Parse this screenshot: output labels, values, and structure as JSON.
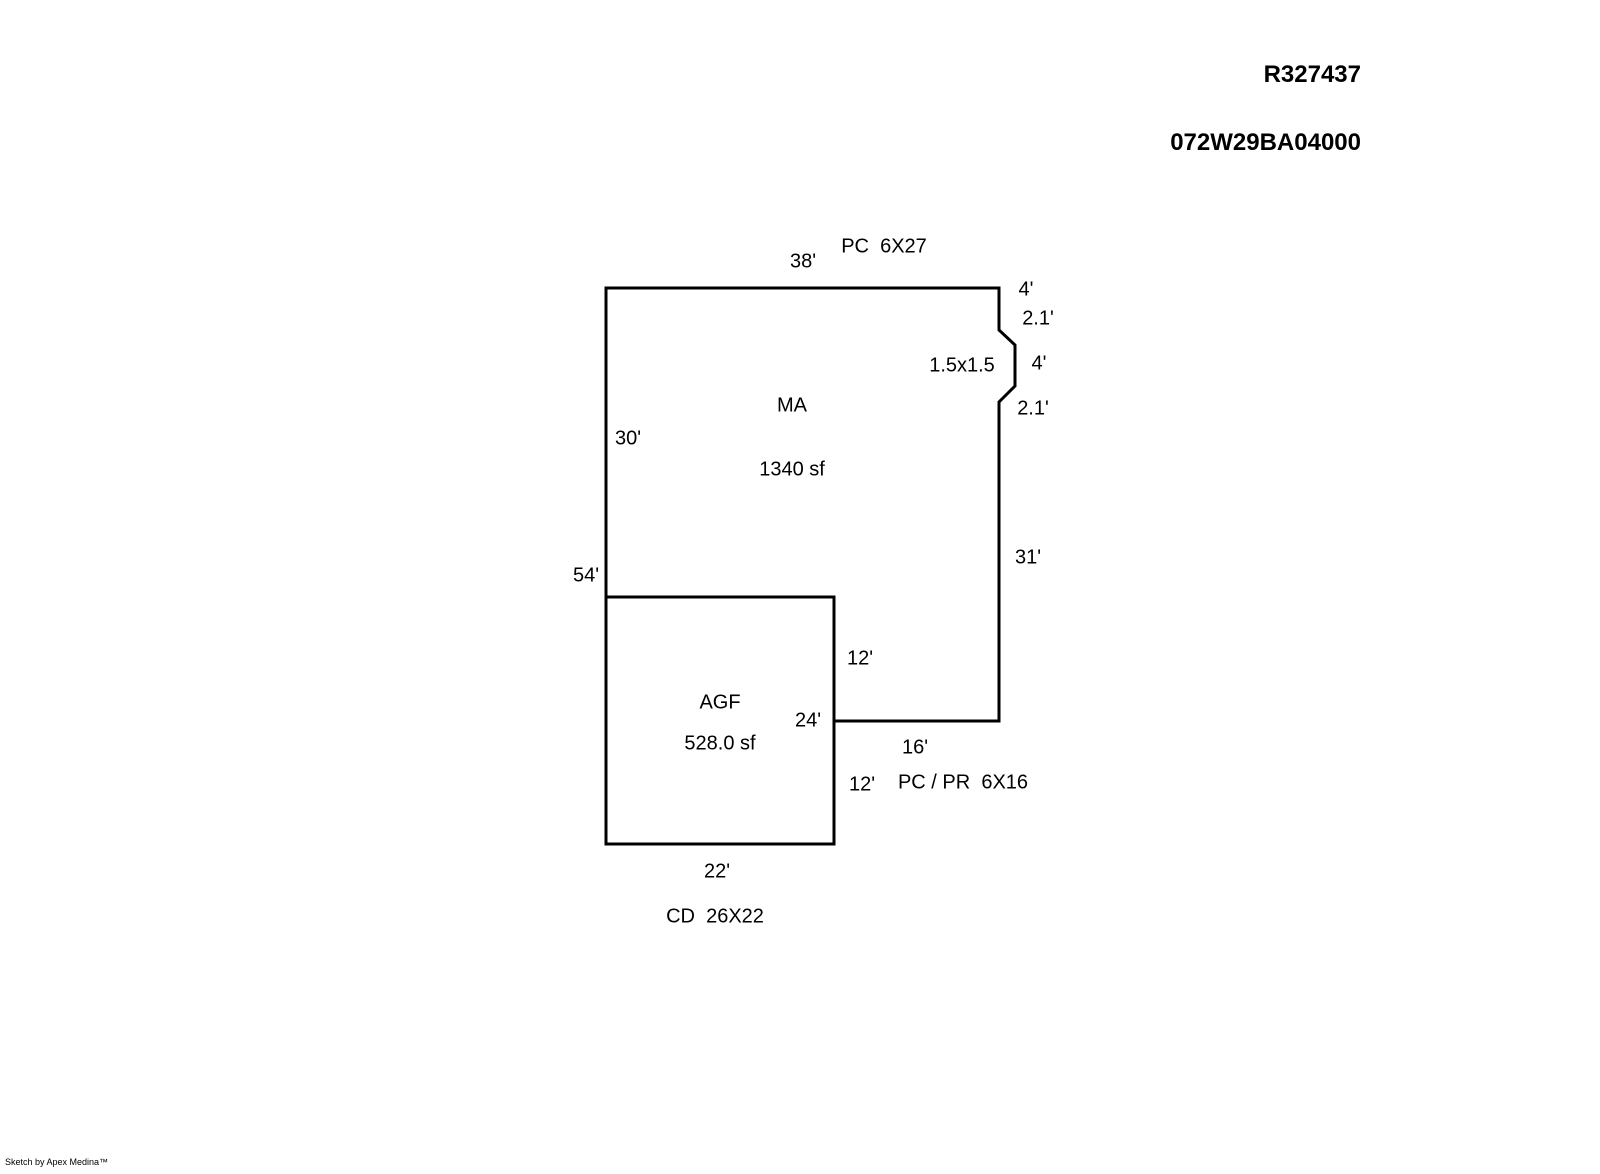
{
  "header": {
    "account_number": "R327437",
    "map_tax_lot": "072W29BA04000"
  },
  "sketch": {
    "areas": {
      "ma": {
        "code": "MA",
        "area": "1340 sf"
      },
      "agf": {
        "code": "AGF",
        "area": "528.0 sf"
      }
    },
    "dimensions": {
      "top": "38'",
      "right_top": "4'",
      "notch_upper": "2.1'",
      "notch_size": "1.5x1.5",
      "notch_side": "4'",
      "notch_lower": "2.1'",
      "ma_left": "30'",
      "right": "31'",
      "left_total": "54'",
      "agf_right_upper": "12'",
      "agf_right": "24'",
      "inner_bottom": "16'",
      "agf_right_lower": "12'",
      "agf_bottom": "22'"
    },
    "features": {
      "top": "PC  6X27",
      "right": "PC / PR  6X16",
      "bottom": "CD  26X22"
    }
  },
  "footer": {
    "credit": "Sketch by Apex Medina™"
  }
}
